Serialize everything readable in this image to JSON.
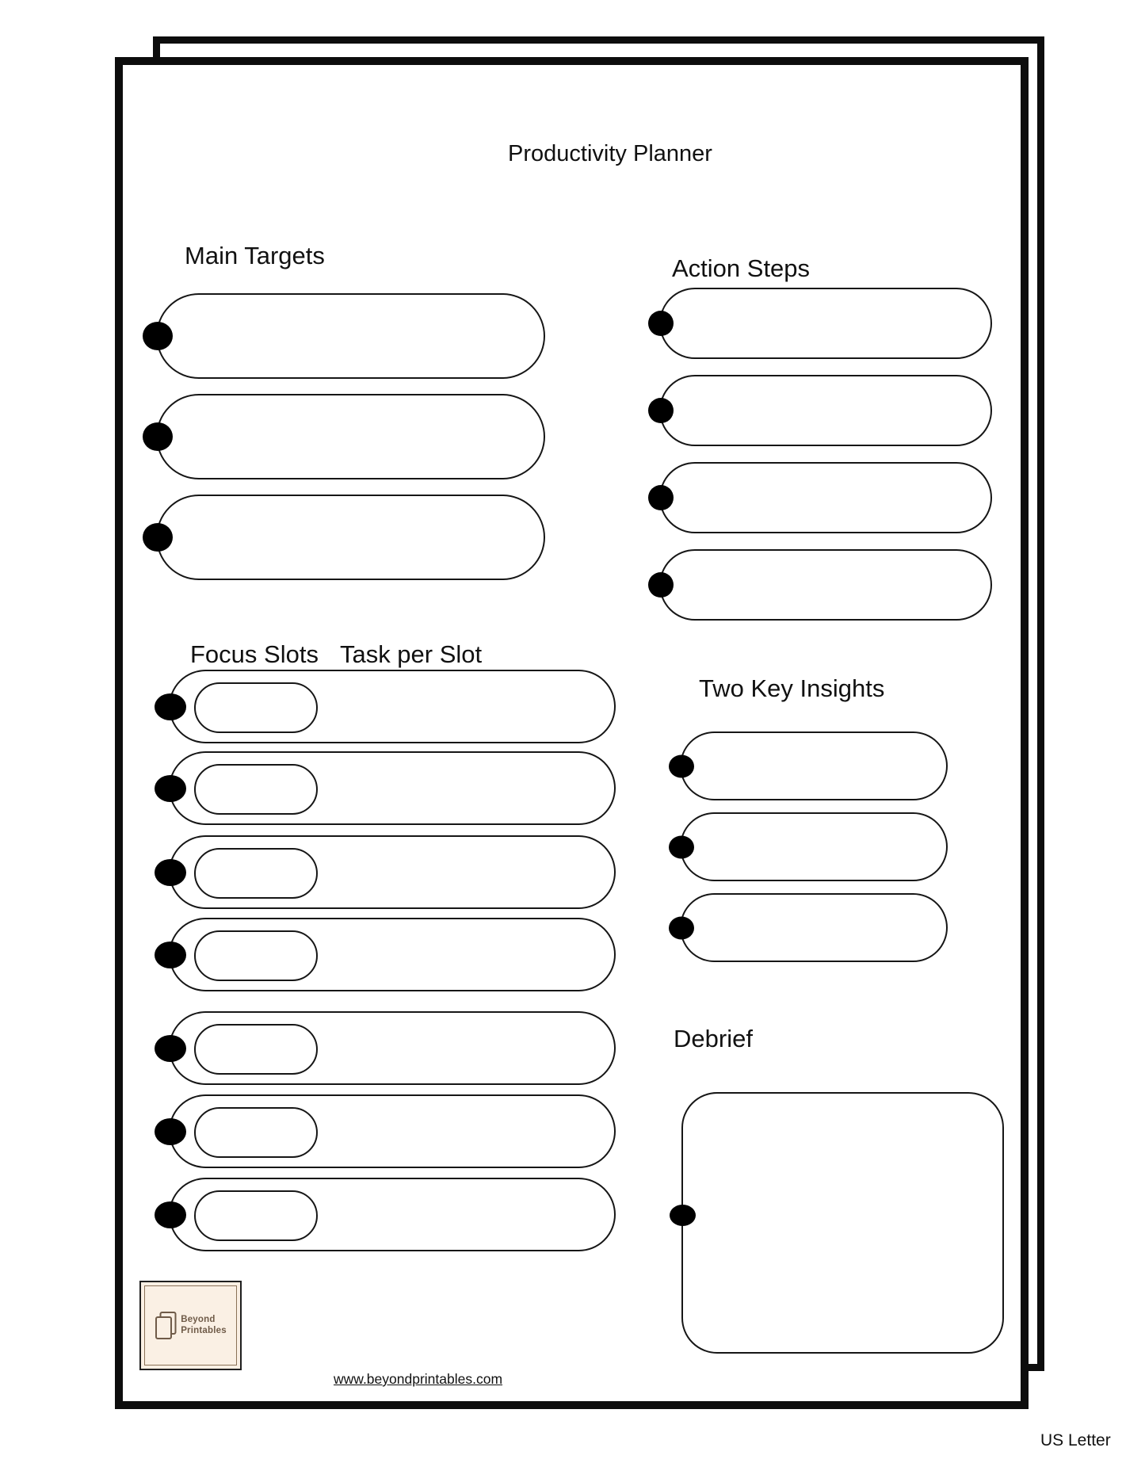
{
  "page": {
    "title": "Productivity Planner",
    "paper_format": "US Letter",
    "footer_link": "www.beyondprintables.com"
  },
  "colors": {
    "ink": "#111111",
    "bullet": "#000000",
    "logo_background": "#faf0e4",
    "logo_brown": "#6f5b48",
    "logo_frame": "#8a7258"
  },
  "sections": {
    "main_targets": {
      "heading": "Main Targets",
      "row_count": 3
    },
    "action_steps": {
      "heading": "Action Steps",
      "row_count": 4
    },
    "focus_slots": {
      "heading": "Focus Slots",
      "subheading": "Task per Slot",
      "row_count": 7
    },
    "two_key_insights": {
      "heading": "Two Key Insights",
      "row_count": 3
    },
    "debrief": {
      "heading": "Debrief"
    }
  },
  "logo": {
    "name_line1": "Beyond",
    "name_line2": "Printables"
  }
}
